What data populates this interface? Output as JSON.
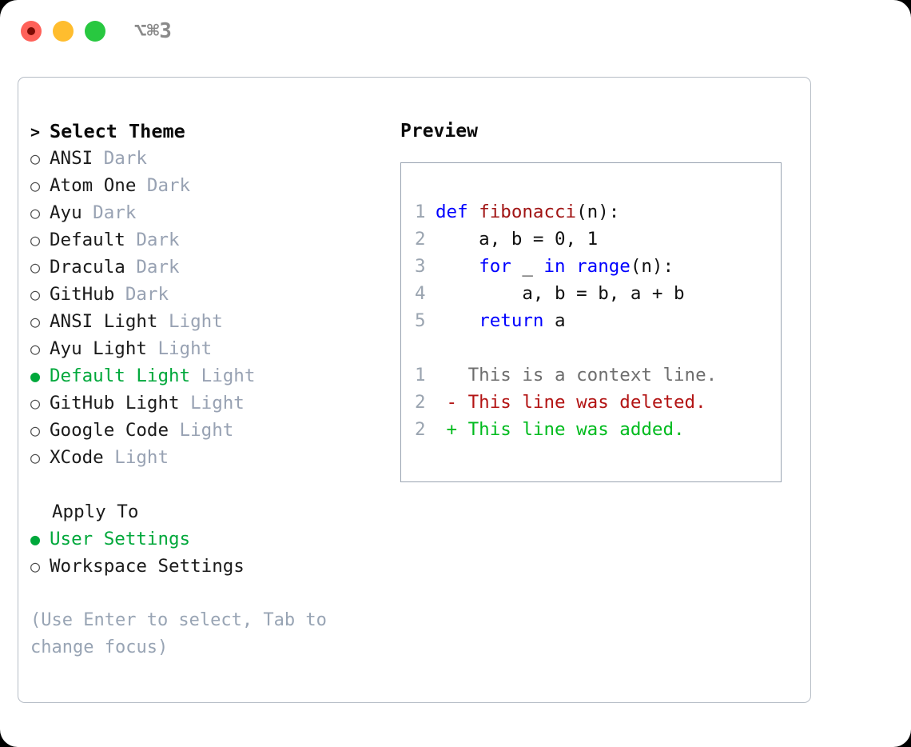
{
  "titlebar": {
    "shortcut": "⌥⌘3",
    "buttons": [
      {
        "name": "close",
        "color": "#ff6159"
      },
      {
        "name": "minimize",
        "color": "#ffbd2e"
      },
      {
        "name": "zoom",
        "color": "#28c840"
      }
    ]
  },
  "theme_picker": {
    "header_prefix": ">",
    "header": "Select Theme",
    "bullet_unselected": "○",
    "bullet_selected": "●",
    "selected_color": "#00a83b",
    "tag_color": "#98a2b3",
    "items": [
      {
        "name": "ANSI",
        "tag": "Dark",
        "selected": false
      },
      {
        "name": "Atom One",
        "tag": "Dark",
        "selected": false
      },
      {
        "name": "Ayu",
        "tag": "Dark",
        "selected": false
      },
      {
        "name": "Default",
        "tag": "Dark",
        "selected": false
      },
      {
        "name": "Dracula",
        "tag": "Dark",
        "selected": false
      },
      {
        "name": "GitHub",
        "tag": "Dark",
        "selected": false
      },
      {
        "name": "ANSI Light",
        "tag": "Light",
        "selected": false
      },
      {
        "name": "Ayu Light",
        "tag": "Light",
        "selected": false
      },
      {
        "name": "Default Light",
        "tag": "Light",
        "selected": true
      },
      {
        "name": "GitHub Light",
        "tag": "Light",
        "selected": false
      },
      {
        "name": "Google Code",
        "tag": "Light",
        "selected": false
      },
      {
        "name": "XCode",
        "tag": "Light",
        "selected": false
      }
    ]
  },
  "apply_to": {
    "label": "Apply To",
    "items": [
      {
        "name": "User Settings",
        "selected": true
      },
      {
        "name": "Workspace Settings",
        "selected": false
      }
    ]
  },
  "hint": "(Use Enter to select, Tab to change focus)",
  "preview": {
    "title": "Preview",
    "code_lines": [
      {
        "number": "1",
        "tokens": [
          {
            "text": "def ",
            "type": "keyword"
          },
          {
            "text": "fibonacci",
            "type": "function"
          },
          {
            "text": "(n):",
            "type": "plain"
          }
        ]
      },
      {
        "number": "2",
        "tokens": [
          {
            "text": "    a, b = 0, 1",
            "type": "plain"
          }
        ]
      },
      {
        "number": "3",
        "tokens": [
          {
            "text": "    ",
            "type": "plain"
          },
          {
            "text": "for",
            "type": "keyword"
          },
          {
            "text": " _ ",
            "type": "plain"
          },
          {
            "text": "in",
            "type": "keyword"
          },
          {
            "text": " ",
            "type": "plain"
          },
          {
            "text": "range",
            "type": "keyword"
          },
          {
            "text": "(n):",
            "type": "plain"
          }
        ]
      },
      {
        "number": "4",
        "tokens": [
          {
            "text": "        a, b = b, a + b",
            "type": "plain"
          }
        ]
      },
      {
        "number": "5",
        "tokens": [
          {
            "text": "    ",
            "type": "plain"
          },
          {
            "text": "return",
            "type": "keyword"
          },
          {
            "text": " a",
            "type": "plain"
          }
        ]
      }
    ],
    "diff_lines": [
      {
        "number": "1",
        "marker": " ",
        "text": " This is a context line.",
        "type": "context"
      },
      {
        "number": "2",
        "marker": "-",
        "text": " This line was deleted.",
        "type": "deleted"
      },
      {
        "number": "2",
        "marker": "+",
        "text": " This line was added.",
        "type": "added"
      }
    ],
    "colors": {
      "keyword": "#0000ff",
      "function": "#a11515",
      "plain": "#111111",
      "line_number": "#9aa4b0",
      "context": "#6e6e6e",
      "deleted": "#b31414",
      "added": "#00bb1e"
    }
  }
}
